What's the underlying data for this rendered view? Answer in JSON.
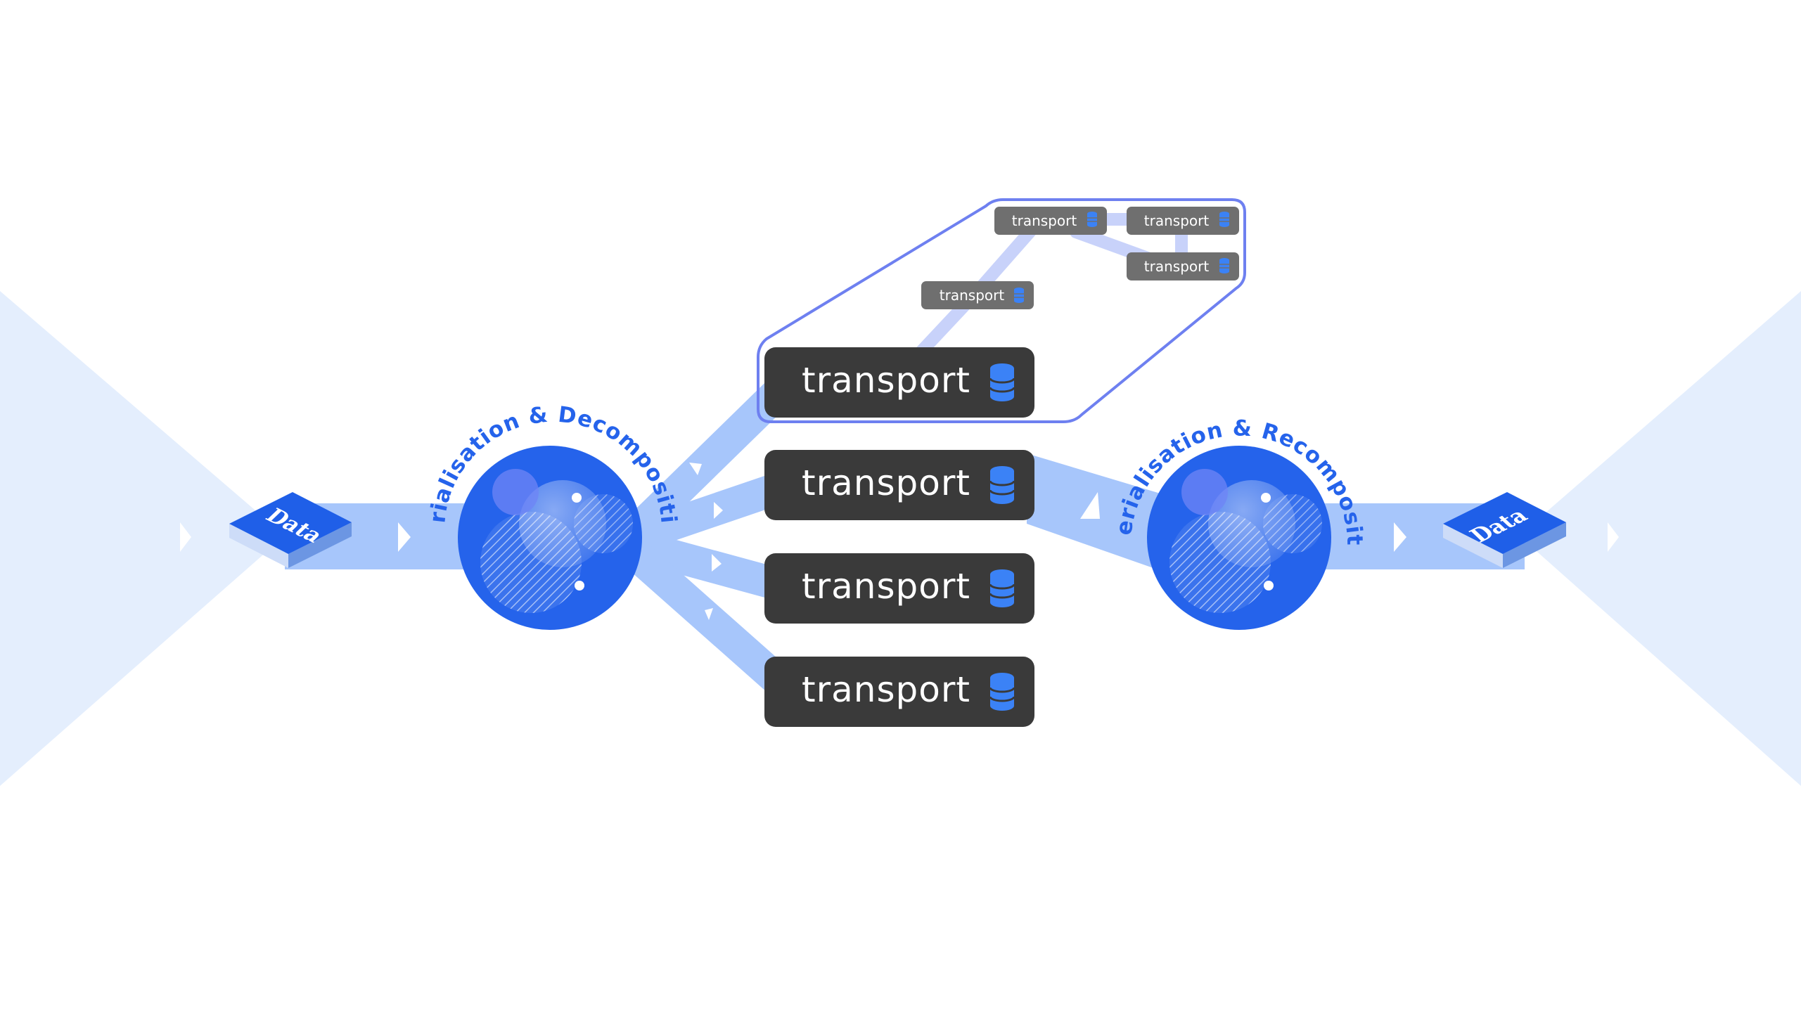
{
  "colors": {
    "cone": "#e4eefd",
    "pipe": "#a7c6fb",
    "pipe_faint": "#c8d2fa",
    "arrow": "#ffffff",
    "accent": "#2563eb",
    "sphere_dark": "#1f57e0",
    "box_large": "#3a3a3a",
    "box_small": "#6f6f6f",
    "box_text": "#ffffff",
    "db_icon": "#3b82f6",
    "outline": "#6e80f0"
  },
  "source": {
    "label": "Data"
  },
  "target": {
    "label": "Data"
  },
  "serialiser": {
    "label": "Serialisation & Decomposition"
  },
  "deserialiser": {
    "label": "Deserialisation & Recomposition"
  },
  "transports": [
    {
      "label": "transport",
      "icon": "database-icon"
    },
    {
      "label": "transport",
      "icon": "database-icon"
    },
    {
      "label": "transport",
      "icon": "database-icon"
    },
    {
      "label": "transport",
      "icon": "database-icon"
    }
  ],
  "sub_transports": [
    {
      "label": "transport",
      "icon": "database-icon"
    },
    {
      "label": "transport",
      "icon": "database-icon"
    },
    {
      "label": "transport",
      "icon": "database-icon"
    },
    {
      "label": "transport",
      "icon": "database-icon"
    }
  ]
}
